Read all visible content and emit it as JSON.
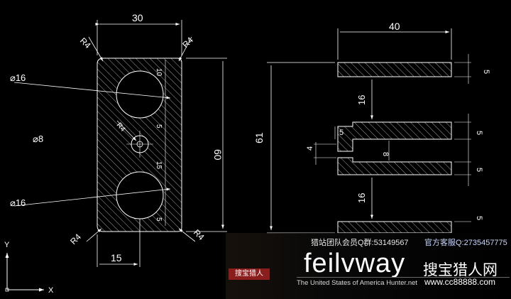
{
  "drawing": {
    "left_part": {
      "top_width": "30",
      "height": "60",
      "bottom_offset": "15",
      "radius_tl": "R4",
      "radius_tr": "R4",
      "radius_bl": "R4",
      "radius_br": "R4",
      "hole_top_dia": "⌀16",
      "hole_bottom_dia": "⌀16",
      "small_hole_dia": "⌀8",
      "small_hole_r": "R4",
      "inner_dim_top": "10",
      "inner_dim_mid1": "5",
      "inner_dim_mid2": "15",
      "inner_dim_bottom": "5"
    },
    "right_part": {
      "top_width": "40",
      "height": "61",
      "top_thk": "5",
      "gap_upper": "16",
      "step_left": "5",
      "step_height": "4",
      "middle_thk1": "5",
      "slot": "8",
      "middle_thk2": "5",
      "gap_lower": "16",
      "bottom_thk": "5"
    },
    "ucs": {
      "x_label": "X",
      "y_label": "Y"
    }
  },
  "watermark": {
    "group_text": "猎站团队会员Q群:53149567",
    "support_text": "官方客服Q:2735457775",
    "brand": "feilvway",
    "cn_brand": "搜宝猎人网",
    "sub_text": "The United States of America Hunter.net",
    "url": "www.cc88888.com",
    "badge": "搜宝猎人"
  }
}
